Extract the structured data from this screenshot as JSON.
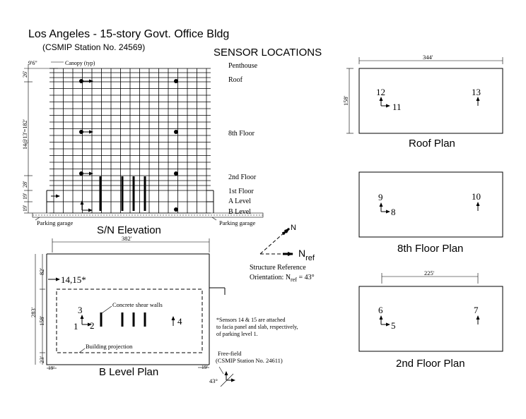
{
  "title": "Los Angeles - 15-story Govt. Office Bldg",
  "subtitle": "(CSMIP Station No. 24569)",
  "sensor_heading": "SENSOR LOCATIONS",
  "elevation": {
    "caption": "S/N Elevation",
    "canopy_dim": "9'6\"",
    "canopy_label": "Canopy (typ)",
    "dim_top": "26'",
    "dim_mid": "14@13'=182'",
    "dim_low": "28'",
    "dim_base": "19'",
    "dim_base2": "19'",
    "floor_labels": [
      "Penthouse",
      "Roof",
      "8th Floor",
      "2nd Floor",
      "1st Floor",
      "A Level",
      "B Level"
    ],
    "garage_left": "Parking garage",
    "garage_right": "Parking garage"
  },
  "reference": {
    "north": "N",
    "ref": "N",
    "ref_sub": "ref",
    "line1": "Structure Reference",
    "line2": "Orientation: N",
    "line2_sub": "ref",
    "line2_tail": " = 43°"
  },
  "blevel": {
    "caption": "B Level Plan",
    "dim_width": "382'",
    "dim_height": "283'",
    "dim_top": "82'",
    "dim_mid": "158'",
    "dim_bottom": "23'",
    "dim_left": "19'",
    "dim_right": "19'",
    "sensor_1415": "14,15*",
    "sensor_3": "3",
    "sensor_1": "1",
    "sensor_2": "2",
    "sensor_4": "4",
    "walls_label": "Concrete shear walls",
    "projection_label": "Building projection",
    "note1": "*Sensors 14 & 15 are attached",
    "note2": "to facia panel and slab, respectively,",
    "note3": "of parking level 1.",
    "freefield1": "Free-field",
    "freefield2": "(CSMIP Station No. 24611)",
    "angle": "43°"
  },
  "roof_plan": {
    "caption": "Roof Plan",
    "dim_width": "344'",
    "dim_height": "158'",
    "s12": "12",
    "s11": "11",
    "s13": "13"
  },
  "eighth_plan": {
    "caption": "8th Floor Plan",
    "s9": "9",
    "s8": "8",
    "s10": "10"
  },
  "second_plan": {
    "caption": "2nd Floor Plan",
    "dim_width": "225'",
    "s6": "6",
    "s5": "5",
    "s7": "7"
  }
}
